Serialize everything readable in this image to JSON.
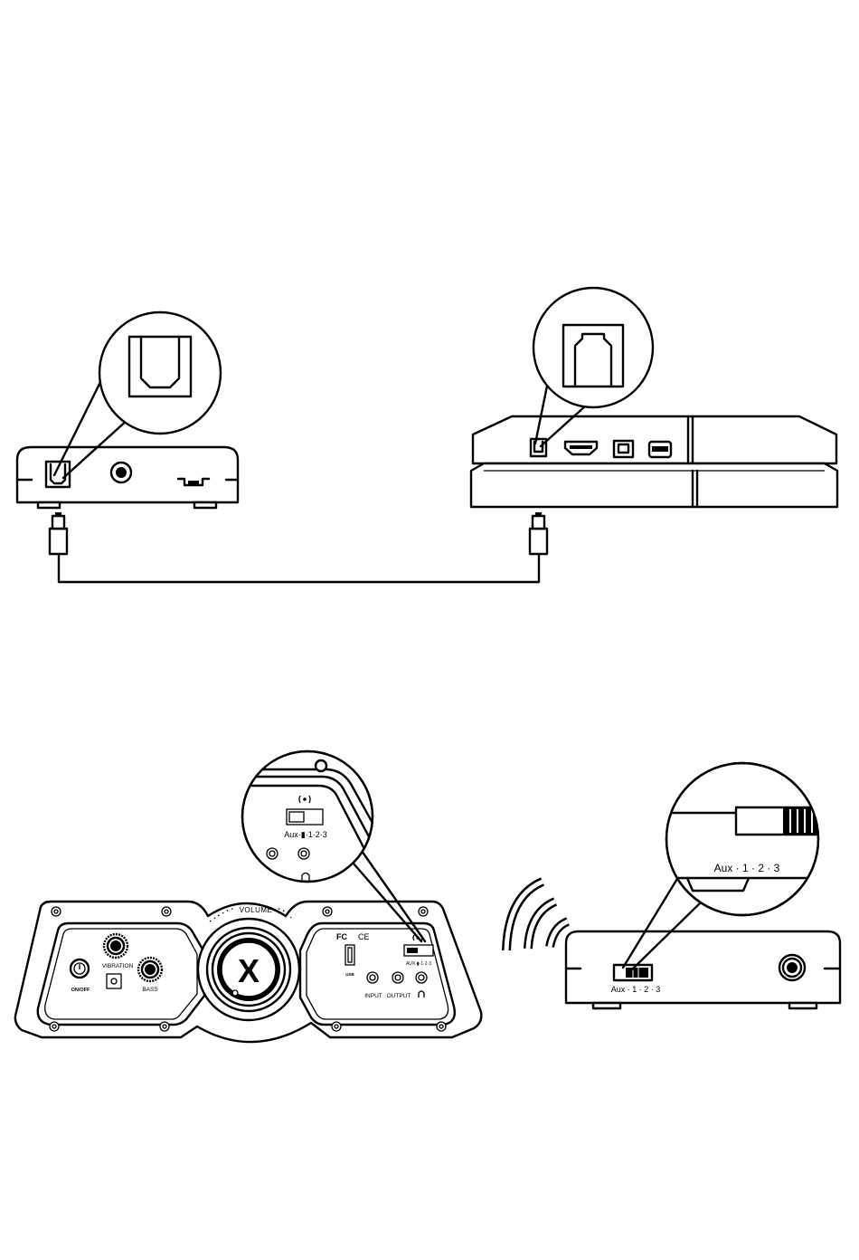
{
  "colors": {
    "line": "#000000",
    "background": "#ffffff"
  },
  "icons": [
    "optical-port-icon",
    "hdmi-port-icon",
    "usb-port-icon",
    "power-icon",
    "wireless-icon",
    "headphone-icon",
    "fcc-mark-icon",
    "ce-mark-icon",
    "brand-x-logo-icon"
  ],
  "panel": {
    "volume_label": "VOLUME",
    "onoff_label": "ON/OFF",
    "vibration_label": "VIBRATION",
    "bass_label": "BASS",
    "usb_label": "USB",
    "aux_switch_label": "AUX·▮·1·2·3",
    "input_label": "INPUT",
    "output_label": "OUTPUT",
    "fcc_label": "FC",
    "ce_label": "CE",
    "logo_letter": "X"
  },
  "zoom_panel": {
    "aux_label": "Aux·▮·1·2·3"
  },
  "transmitter": {
    "switch_label": "Aux · 1 · 2 · 3",
    "zoom_label": "Aux · 1 · 2 · 3"
  }
}
